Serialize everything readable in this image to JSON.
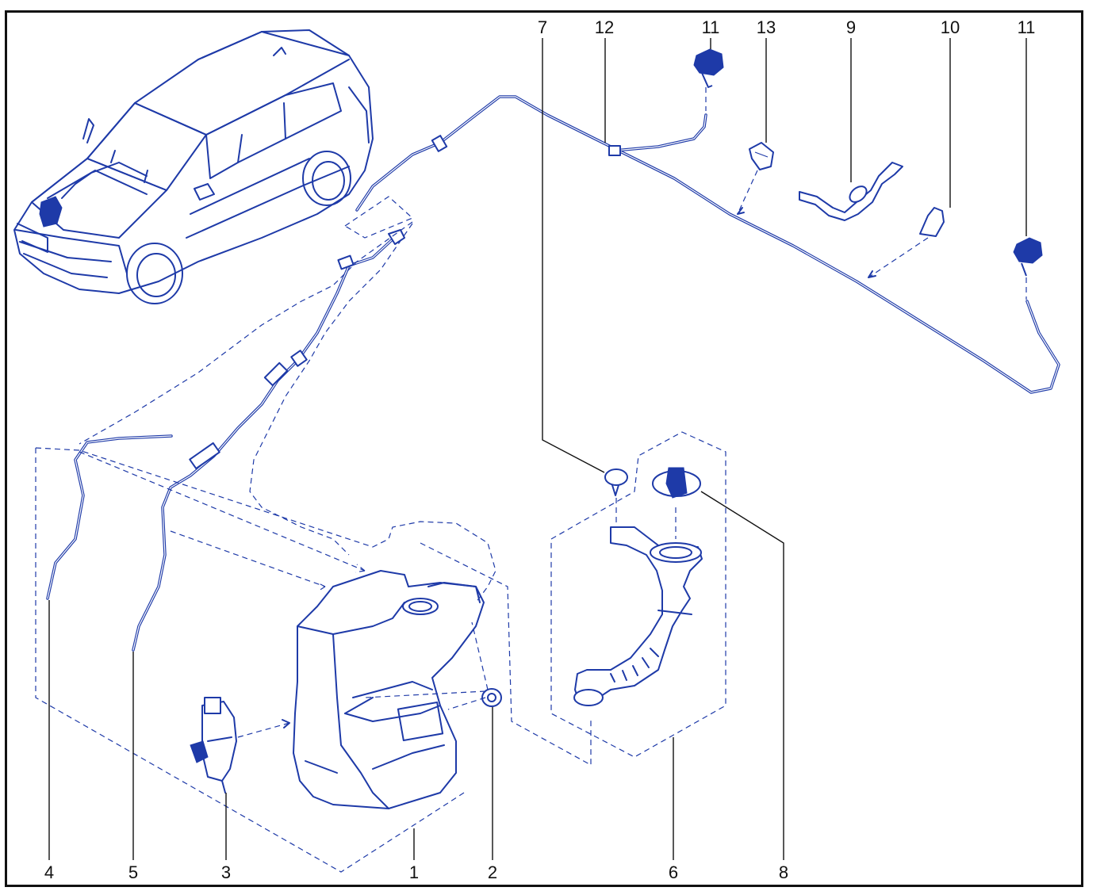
{
  "diagram": {
    "accent_color": "#1e3aa8",
    "callouts": [
      {
        "id": "c1",
        "label": "1"
      },
      {
        "id": "c2",
        "label": "2"
      },
      {
        "id": "c3",
        "label": "3"
      },
      {
        "id": "c4",
        "label": "4"
      },
      {
        "id": "c5",
        "label": "5"
      },
      {
        "id": "c6",
        "label": "6"
      },
      {
        "id": "c7",
        "label": "7"
      },
      {
        "id": "c8",
        "label": "8"
      },
      {
        "id": "c9",
        "label": "9"
      },
      {
        "id": "c10",
        "label": "10"
      },
      {
        "id": "c11a",
        "label": "11"
      },
      {
        "id": "c11b",
        "label": "11"
      },
      {
        "id": "c12",
        "label": "12"
      },
      {
        "id": "c13",
        "label": "13"
      }
    ]
  }
}
